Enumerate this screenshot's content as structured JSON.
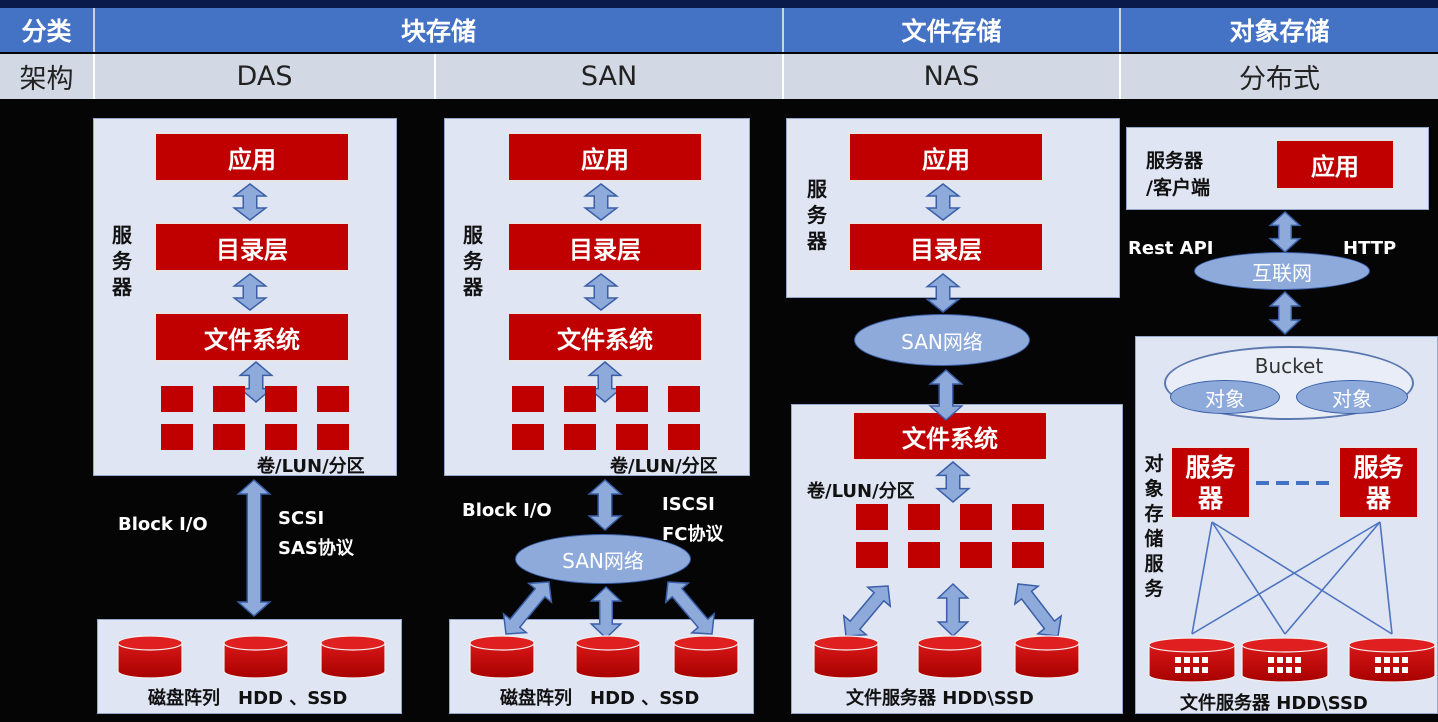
{
  "header": {
    "category": "分类",
    "block": "块存储",
    "file": "文件存储",
    "object": "对象存储"
  },
  "subheader": {
    "arch": "架构",
    "das": "DAS",
    "san": "SAN",
    "nas": "NAS",
    "dist": "分布式"
  },
  "das": {
    "server": "服务器",
    "app": "应用",
    "dir": "目录层",
    "fs": "文件系统",
    "vol": "卷/LUN/分区",
    "io": "Block I/O",
    "proto1": "SCSI",
    "proto2": "SAS协议",
    "disks": "磁盘阵列　HDD 、SSD"
  },
  "san": {
    "server": "服务器",
    "app": "应用",
    "dir": "目录层",
    "fs": "文件系统",
    "vol": "卷/LUN/分区",
    "io": "Block I/O",
    "proto1": "ISCSI",
    "proto2": "FC协议",
    "net": "SAN网络",
    "disks": "磁盘阵列　HDD 、SSD"
  },
  "nas": {
    "server": "服务器",
    "app": "应用",
    "dir": "目录层",
    "net": "SAN网络",
    "fs": "文件系统",
    "vol": "卷/LUN/分区",
    "disks": "文件服务器 HDD\\SSD"
  },
  "obj": {
    "client": "服务器\n/客户端",
    "app": "应用",
    "rest": "Rest API",
    "http": "HTTP",
    "internet": "互联网",
    "bucket": "Bucket",
    "object1": "对象",
    "object2": "对象",
    "service": "对象存储服务",
    "server1": "服务\n器",
    "server2": "服务\n器",
    "disks": "文件服务器 HDD\\SSD"
  },
  "colors": {
    "header_blue": "#4472c4",
    "red": "#c00000",
    "panel": "#dfe5f2",
    "arrow": "#8eaadb"
  }
}
